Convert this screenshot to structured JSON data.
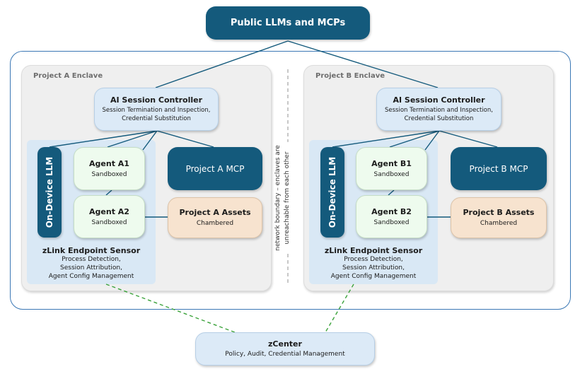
{
  "top": {
    "title": "Public LLMs and MCPs"
  },
  "boundary": {
    "line1": "network boundary – enclaves are",
    "line2": "unreachable from each other"
  },
  "enclave_a": {
    "title": "Project A Enclave",
    "controller": {
      "title": "AI Session Controller",
      "line1": "Session Termination and Inspection,",
      "line2": "Credential Substitution"
    },
    "llm": "On-Device LLM",
    "agent1": {
      "title": "Agent A1",
      "sub": "Sandboxed"
    },
    "agent2": {
      "title": "Agent A2",
      "sub": "Sandboxed"
    },
    "mcp": "Project A MCP",
    "assets": {
      "title": "Project A Assets",
      "sub": "Chambered"
    },
    "sensor": {
      "title": "zLink Endpoint Sensor",
      "line1": "Process Detection,",
      "line2": "Session Attribution,",
      "line3": "Agent Config Management"
    }
  },
  "enclave_b": {
    "title": "Project B Enclave",
    "controller": {
      "title": "AI Session Controller",
      "line1": "Session Termination and Inspection,",
      "line2": "Credential Substitution"
    },
    "llm": "On-Device LLM",
    "agent1": {
      "title": "Agent B1",
      "sub": "Sandboxed"
    },
    "agent2": {
      "title": "Agent B2",
      "sub": "Sandboxed"
    },
    "mcp": "Project B MCP",
    "assets": {
      "title": "Project B Assets",
      "sub": "Chambered"
    },
    "sensor": {
      "title": "zLink Endpoint Sensor",
      "line1": "Process Detection,",
      "line2": "Session Attribution,",
      "line3": "Agent Config Management"
    }
  },
  "zcenter": {
    "title": "zCenter",
    "sub": "Policy, Audit, Credential Management"
  },
  "colors": {
    "dark_node": "#145a7c",
    "light_node": "#dceaf7",
    "agent_node": "#eefbee",
    "asset_node": "#f7e3cf",
    "enclave_bg": "#efefef",
    "sensor_bg": "#d9e8f5",
    "outer_border": "#3b78b5",
    "connector": "#145a7c",
    "management_link": "#3aa23a"
  }
}
